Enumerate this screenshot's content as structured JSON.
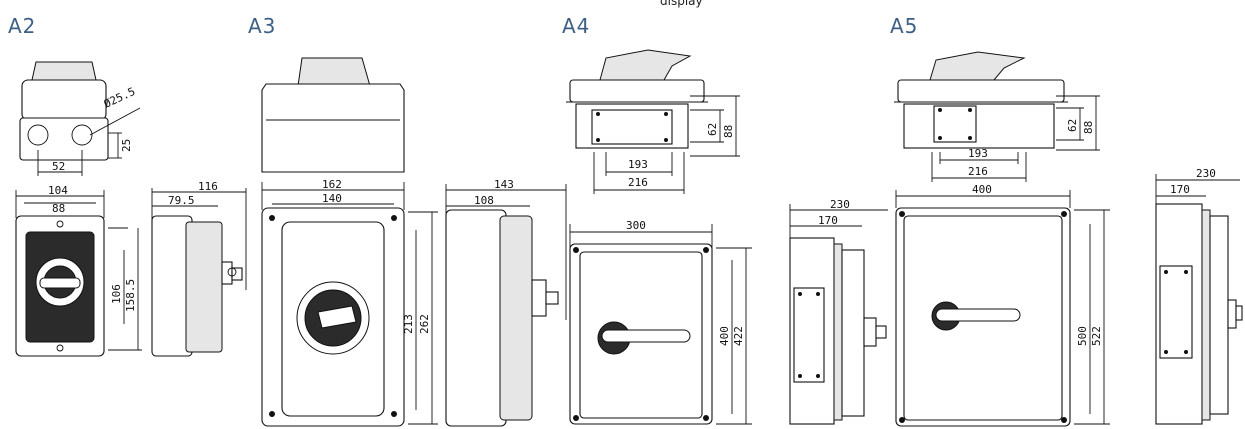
{
  "page": {
    "caption_fragment": "display"
  },
  "models": [
    {
      "label": "A2",
      "dims": {
        "top_w": "104",
        "inner_w": "88",
        "depth": "116",
        "depth_inner": "79.5",
        "hole_spacing": "52",
        "hole_d": "Ø25.5",
        "hole_h": "25",
        "h_inner": "106",
        "h_outer": "158.5"
      }
    },
    {
      "label": "A3",
      "dims": {
        "top_w": "162",
        "inner_w": "140",
        "depth": "143",
        "depth_inner": "108",
        "h_inner": "213",
        "h_outer": "262"
      }
    },
    {
      "label": "A4",
      "dims": {
        "plate_w1": "193",
        "plate_w2": "216",
        "plate_h1": "62",
        "plate_h2": "88",
        "front_w": "300",
        "h_inner": "400",
        "h_outer": "422"
      }
    },
    {
      "label": "A5",
      "dims": {
        "plate_w1": "193",
        "plate_w2": "216",
        "plate_h1": "62",
        "plate_h2": "88",
        "front_w": "400",
        "side_w1": "230",
        "side_w2": "170",
        "h_inner": "500",
        "h_outer": "522",
        "side2_w1": "230",
        "side2_w2": "170"
      }
    }
  ]
}
